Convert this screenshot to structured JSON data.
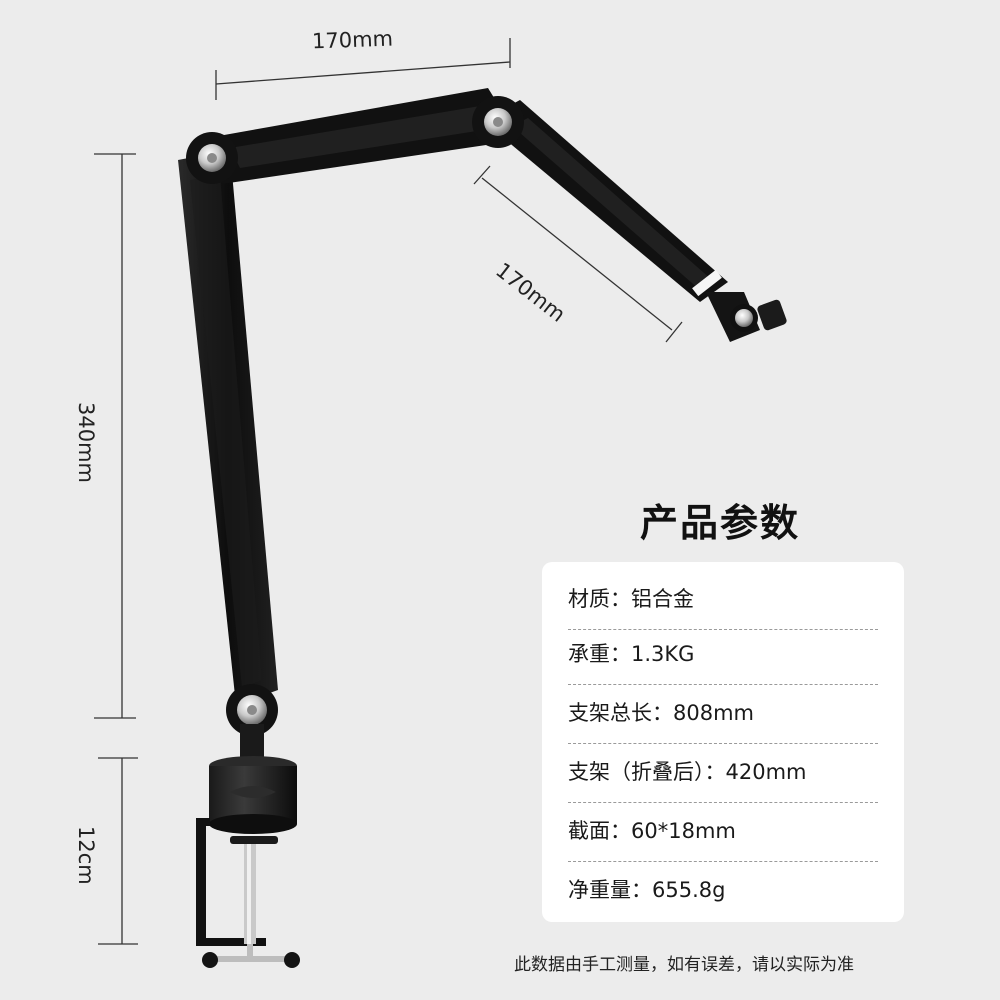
{
  "dimensions": {
    "top_arm": "170mm",
    "diagonal_arm": "170mm",
    "vertical_arm": "340mm",
    "clamp_height": "12cm"
  },
  "specs": {
    "title": "产品参数",
    "rows": [
      "材质：铝合金",
      "承重：1.3KG",
      "支架总长：808mm",
      "支架（折叠后）：420mm",
      "截面：60*18mm",
      "净重量：655.8g"
    ]
  },
  "footnote": "此数据由手工测量，如有误差，请以实际为准",
  "colors": {
    "background": "#ececec",
    "arm": "#141414",
    "card": "#ffffff"
  }
}
